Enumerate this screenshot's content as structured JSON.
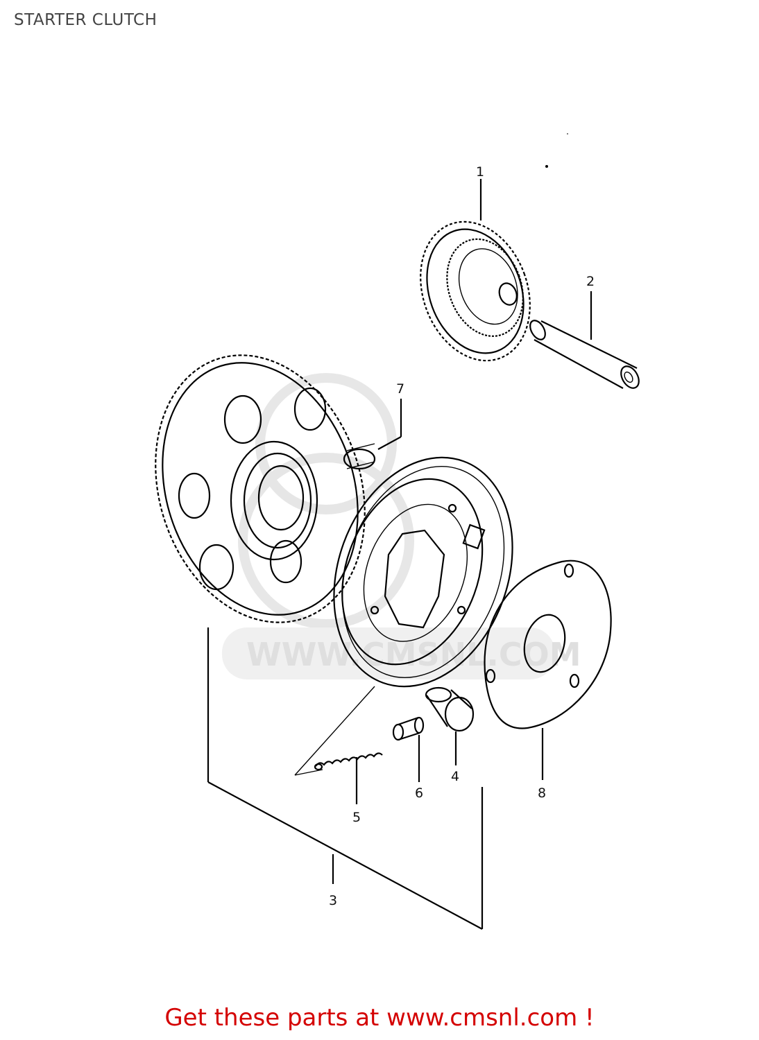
{
  "header": {
    "title": "STARTER CLUTCH"
  },
  "watermark": {
    "text": "WWW.CMSNL.COM"
  },
  "callouts": [
    {
      "id": "1",
      "label": "1"
    },
    {
      "id": "2",
      "label": "2"
    },
    {
      "id": "3",
      "label": "3"
    },
    {
      "id": "4",
      "label": "4"
    },
    {
      "id": "5",
      "label": "5"
    },
    {
      "id": "6",
      "label": "6"
    },
    {
      "id": "7",
      "label": "7"
    },
    {
      "id": "8",
      "label": "8"
    }
  ],
  "footer": {
    "text": "Get these parts at www.cmsnl.com !",
    "color": "#d40000"
  }
}
